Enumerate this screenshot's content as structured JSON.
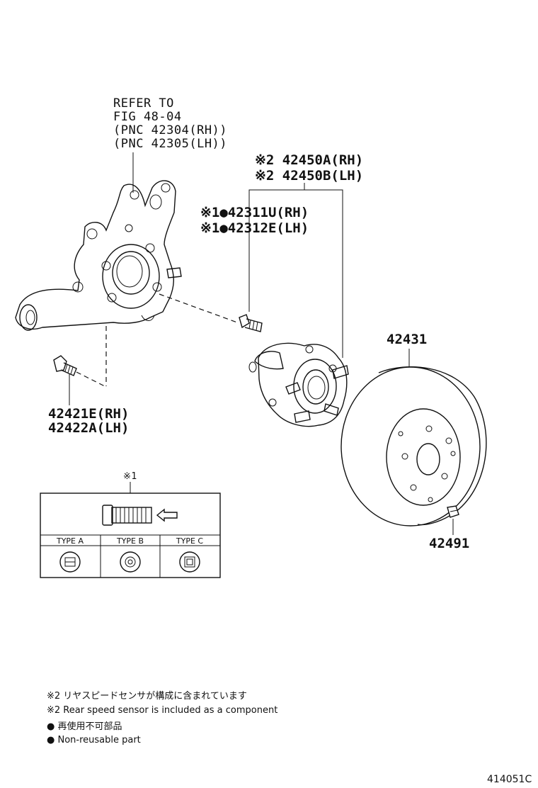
{
  "refer": {
    "line1": "REFER TO",
    "line2": "FIG 48-04",
    "line3": "(PNC 42304(RH))",
    "line4": "(PNC 42305(LH))"
  },
  "parts": {
    "hub_rh": "※2 42450A(RH)",
    "hub_lh": "※2 42450B(LH)",
    "bolt_rh": "※1●42311U(RH)",
    "bolt_lh": "※1●42312E(LH)",
    "disc": "42431",
    "knuckle_bolt_rh": "42421E(RH)",
    "knuckle_bolt_lh": "42422A(LH)",
    "screw": "42491"
  },
  "inset": {
    "mark": "※1",
    "types": [
      "TYPE A",
      "TYPE B",
      "TYPE C"
    ]
  },
  "notes": {
    "n1_jp": "※2 リヤスピードセンサが構成に含まれています",
    "n1_en": "※2 Rear speed sensor is included as a component",
    "n2_jp": "● 再使用不可部品",
    "n2_en": "● Non-reusable part"
  },
  "figure_id": "414051C"
}
